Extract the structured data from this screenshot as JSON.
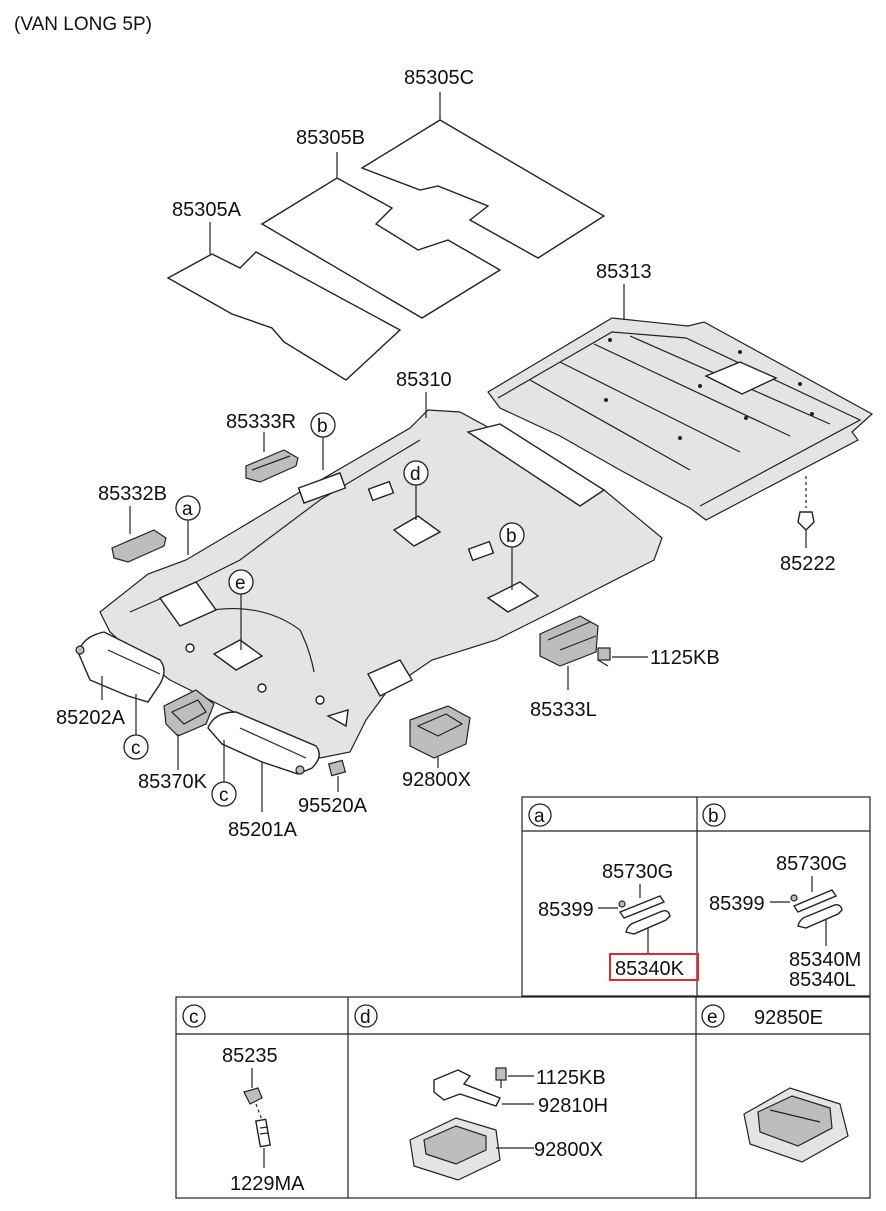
{
  "header": {
    "variant": "(VAN LONG 5P)"
  },
  "parts": {
    "p85305C": "85305C",
    "p85305B": "85305B",
    "p85305A": "85305A",
    "p85313": "85313",
    "p85310": "85310",
    "p85333R": "85333R",
    "p85332B": "85332B",
    "p85222": "85222",
    "p1125KB": "1125KB",
    "p85333L": "85333L",
    "p85202A": "85202A",
    "p85370K": "85370K",
    "p85201A": "85201A",
    "p95520A": "95520A",
    "p92800X": "92800X"
  },
  "callouts": {
    "a": "a",
    "b": "b",
    "c": "c",
    "d": "d",
    "e": "e"
  },
  "detail_a": {
    "letter": "a",
    "grip_cover": "85730G",
    "screw": "85399",
    "handle": "85340K",
    "highlight_color": "#e8262d"
  },
  "detail_b": {
    "letter": "b",
    "grip_cover": "85730G",
    "screw": "85399",
    "handle_1": "85340M",
    "handle_2": "85340L"
  },
  "detail_c": {
    "letter": "c",
    "clip": "85235",
    "screw": "1229MA"
  },
  "detail_d": {
    "letter": "d",
    "bolt": "1125KB",
    "bracket": "92810H",
    "lamp": "92800X"
  },
  "detail_e": {
    "letter": "e",
    "lamp": "92850E"
  }
}
